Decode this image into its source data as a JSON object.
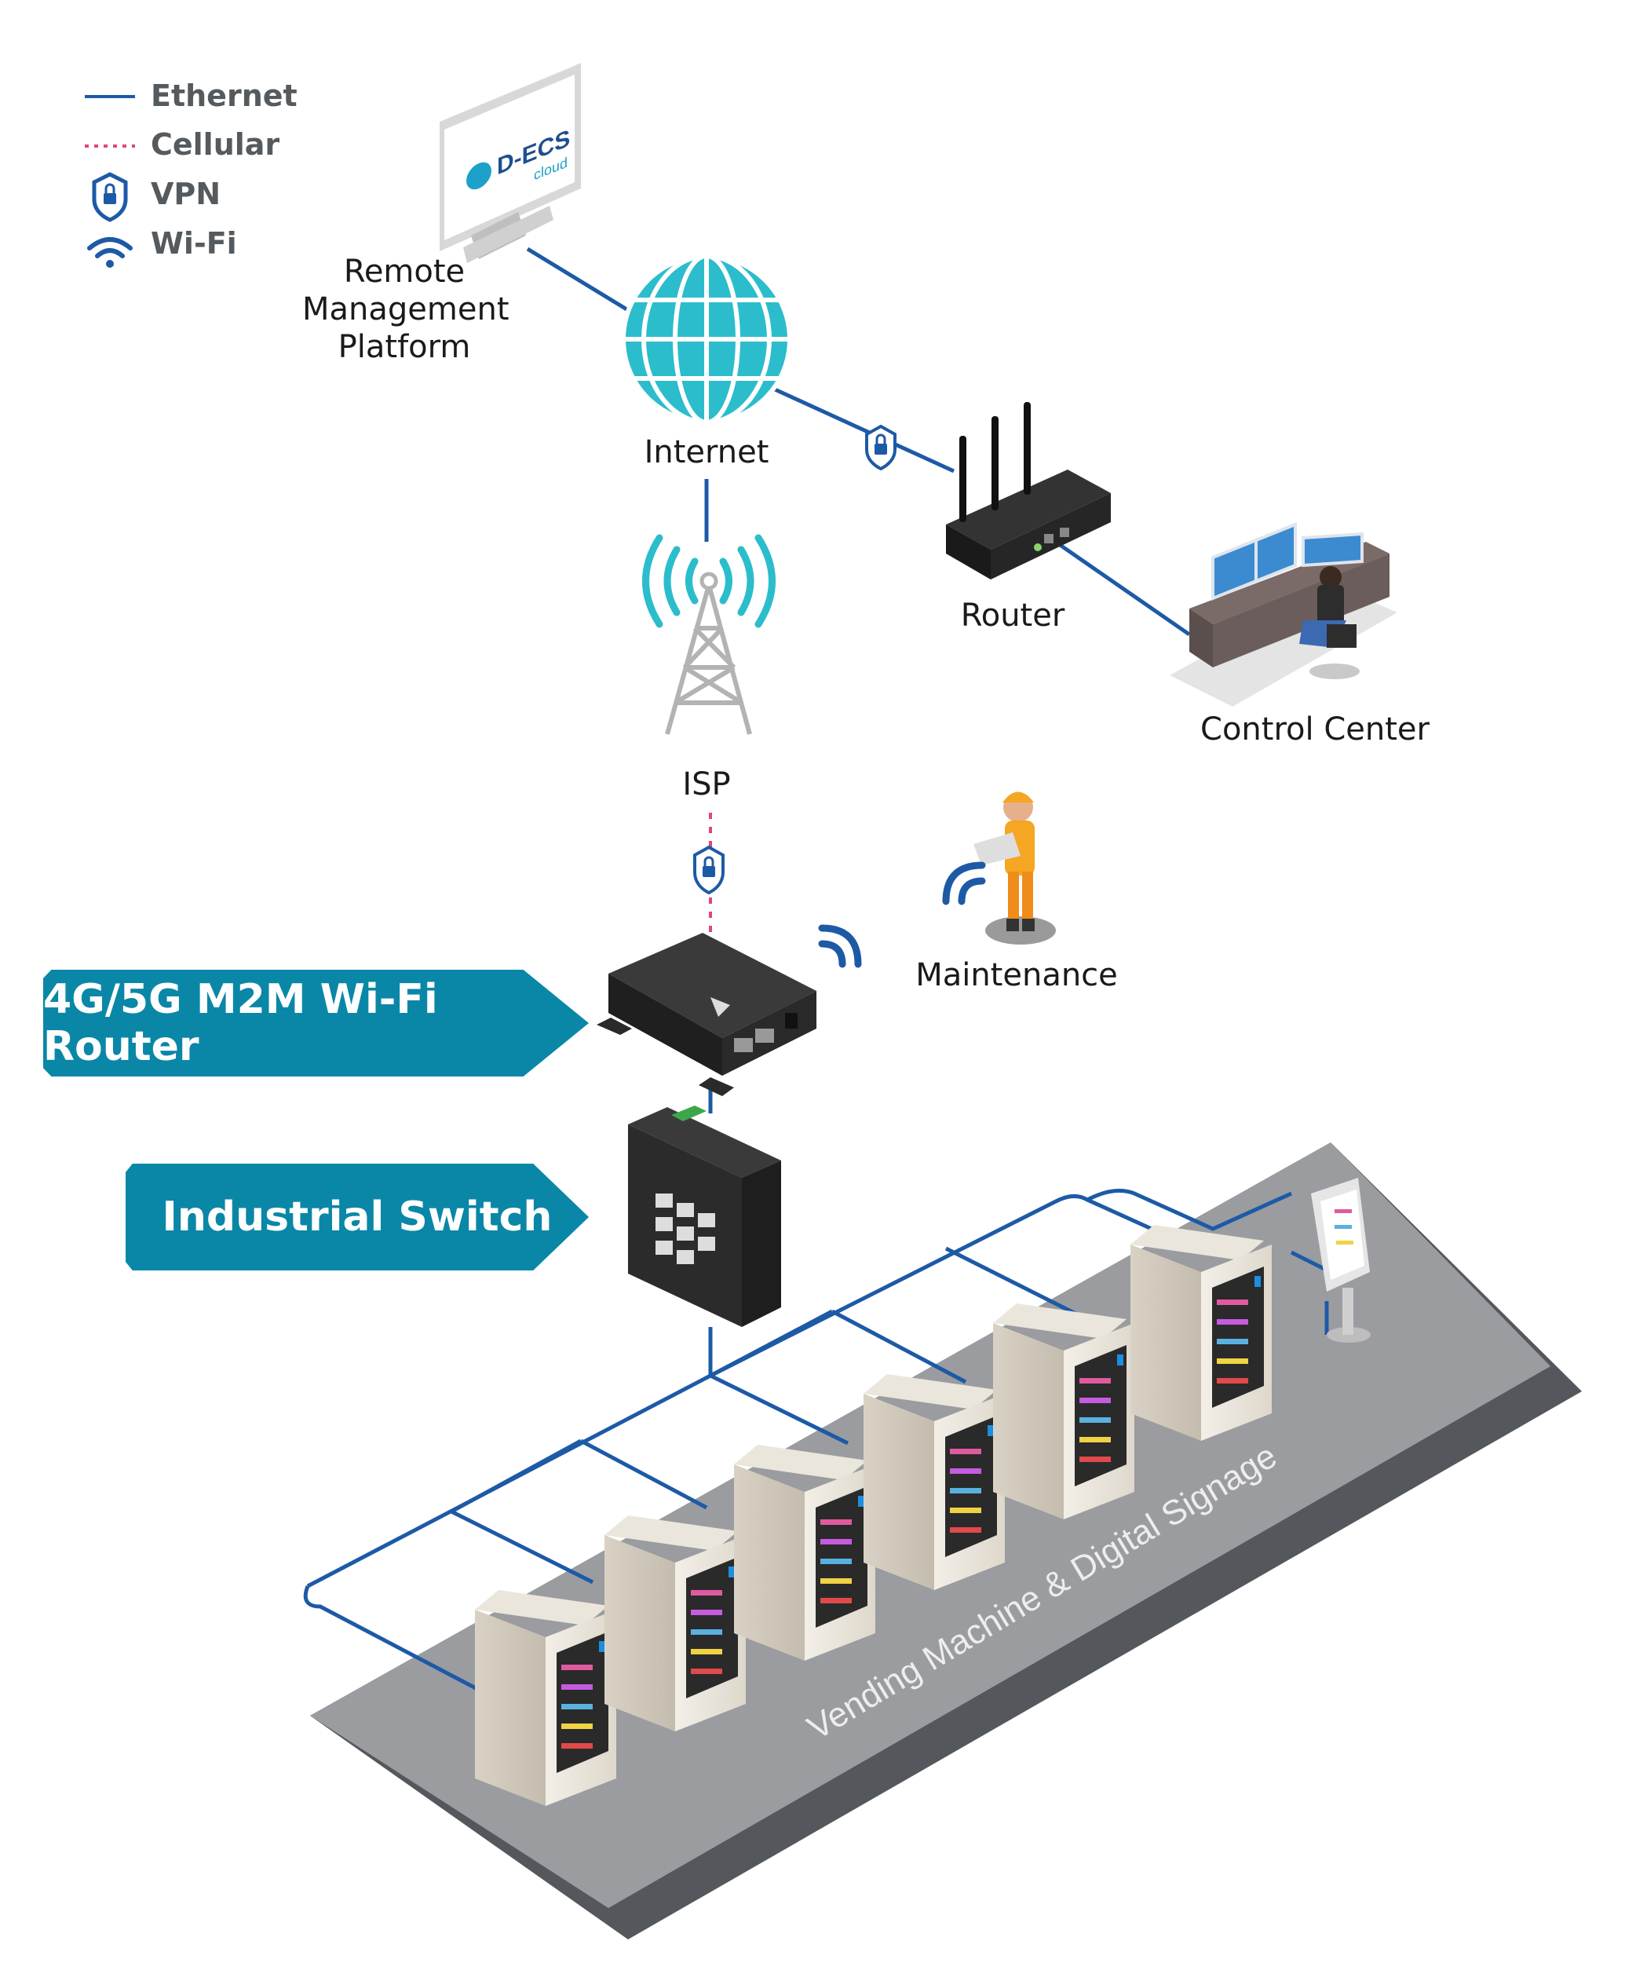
{
  "legend": [
    {
      "id": "ethernet",
      "label": "Ethernet",
      "color": "#1d5aa6"
    },
    {
      "id": "cellular",
      "label": "Cellular",
      "color": "#e0457b"
    },
    {
      "id": "vpn",
      "label": "VPN",
      "icon": "lock-shield-icon",
      "color": "#1d5aa6"
    },
    {
      "id": "wifi",
      "label": "Wi-Fi",
      "icon": "wifi-icon",
      "color": "#1d5aa6"
    }
  ],
  "nodes": {
    "platform": {
      "label": "Remote\nManagement\nPlatform",
      "screen_logo": "D-ECS",
      "screen_logo_sub": "cloud"
    },
    "internet": {
      "label": "Internet"
    },
    "router": {
      "label": "Router"
    },
    "control_center": {
      "label": "Control Center"
    },
    "isp": {
      "label": "ISP"
    },
    "maintenance": {
      "label": "Maintenance"
    },
    "m2m_router": {
      "label": "4G/5G M2M Wi-Fi Router"
    },
    "switch": {
      "label": "Industrial Switch"
    },
    "vending_area": {
      "label": "Vending Machine & Digital Signage"
    }
  },
  "colors": {
    "ethernet": "#1d5aa6",
    "cellular": "#e0457b",
    "banner": "#0a87a7",
    "globe": "#2bbdcc",
    "floor": "#9a9ca0",
    "floor_edge": "#54575c"
  }
}
